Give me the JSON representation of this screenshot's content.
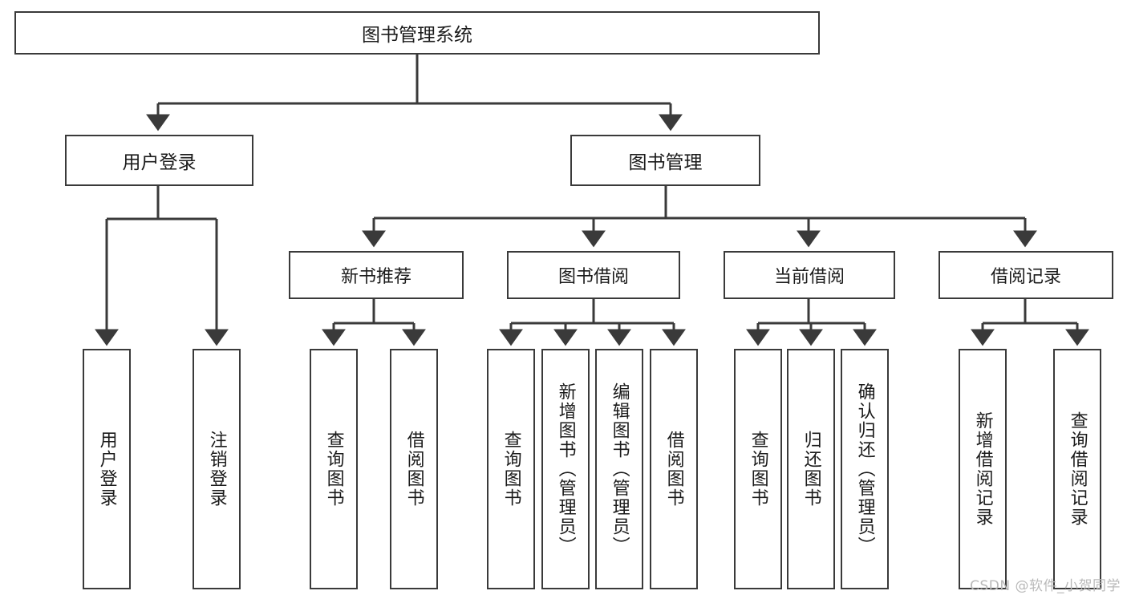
{
  "diagram": {
    "title": "图书管理系统",
    "type": "hierarchy-tree",
    "watermark": "CSDN @软件_小贺同学",
    "colors": {
      "background": "#ffffff",
      "border": "#3a3a3a",
      "text": "#1b1b1b",
      "connector": "#3a3a3a",
      "watermark": "#b9b9b9"
    },
    "root": {
      "label": "图书管理系统"
    },
    "level1": [
      {
        "label": "用户登录"
      },
      {
        "label": "图书管理"
      }
    ],
    "level2": [
      {
        "label": "新书推荐"
      },
      {
        "label": "图书借阅"
      },
      {
        "label": "当前借阅"
      },
      {
        "label": "借阅记录"
      }
    ],
    "leaves": {
      "user_login": [
        {
          "label": "用户登录"
        },
        {
          "label": "注销登录"
        }
      ],
      "new_book_recommend": [
        {
          "label": "查询图书"
        },
        {
          "label": "借阅图书"
        }
      ],
      "book_borrow": [
        {
          "label": "查询图书"
        },
        {
          "label": "新增图书（管理员）"
        },
        {
          "label": "编辑图书（管理员）"
        },
        {
          "label": "借阅图书"
        }
      ],
      "current_borrow": [
        {
          "label": "查询图书"
        },
        {
          "label": "归还图书"
        },
        {
          "label": "确认归还（管理员）"
        }
      ],
      "borrow_record": [
        {
          "label": "新增借阅记录"
        },
        {
          "label": "查询借阅记录"
        }
      ]
    }
  }
}
